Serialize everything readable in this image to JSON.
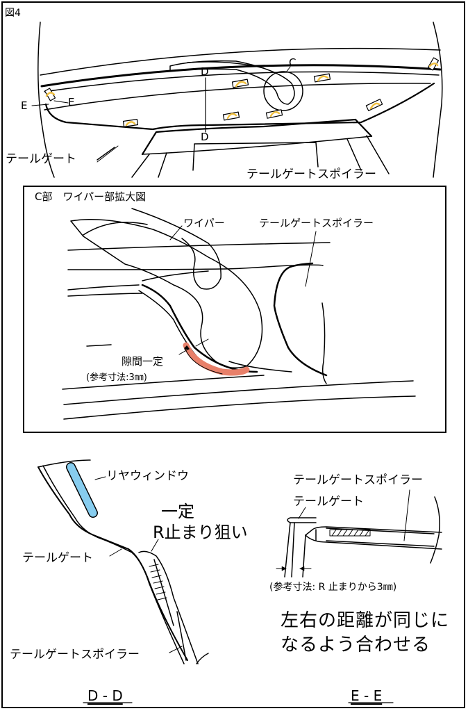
{
  "figure": {
    "label": "図4",
    "colors": {
      "line": "#000000",
      "tape": "#f0c040",
      "gap_highlight": "#e8806a",
      "window": "#87cdef"
    }
  },
  "top_view": {
    "tailgate_label": "テールゲート",
    "spoiler_label": "テールゲートスポイラー",
    "marker_c": "C",
    "marker_d_top": "D",
    "marker_d_bottom": "D",
    "marker_e_left": "E",
    "marker_e_right": "E"
  },
  "detail_c": {
    "title": "C部　ワイパー部拡大図",
    "wiper_label": "ワイパー",
    "spoiler_label": "テールゲートスポイラー",
    "gap_label": "隙間一定",
    "reference_label": "(参考寸法:3㎜)"
  },
  "section_dd": {
    "rear_window_label": "リヤウィンドウ",
    "constant_label": "一定",
    "r_stop_label": "R止まり狙い",
    "tailgate_label": "テールゲート",
    "spoiler_label": "テールゲートスポイラー",
    "caption": "D - D"
  },
  "section_ee": {
    "spoiler_label": "テールゲートスポイラー",
    "tailgate_label": "テールゲート",
    "reference_label": "(参考寸法: R 止まりから3㎜)",
    "instruction_line1": "左右の距離が同じに",
    "instruction_line2": "なるよう合わせる",
    "caption": "E - E"
  }
}
